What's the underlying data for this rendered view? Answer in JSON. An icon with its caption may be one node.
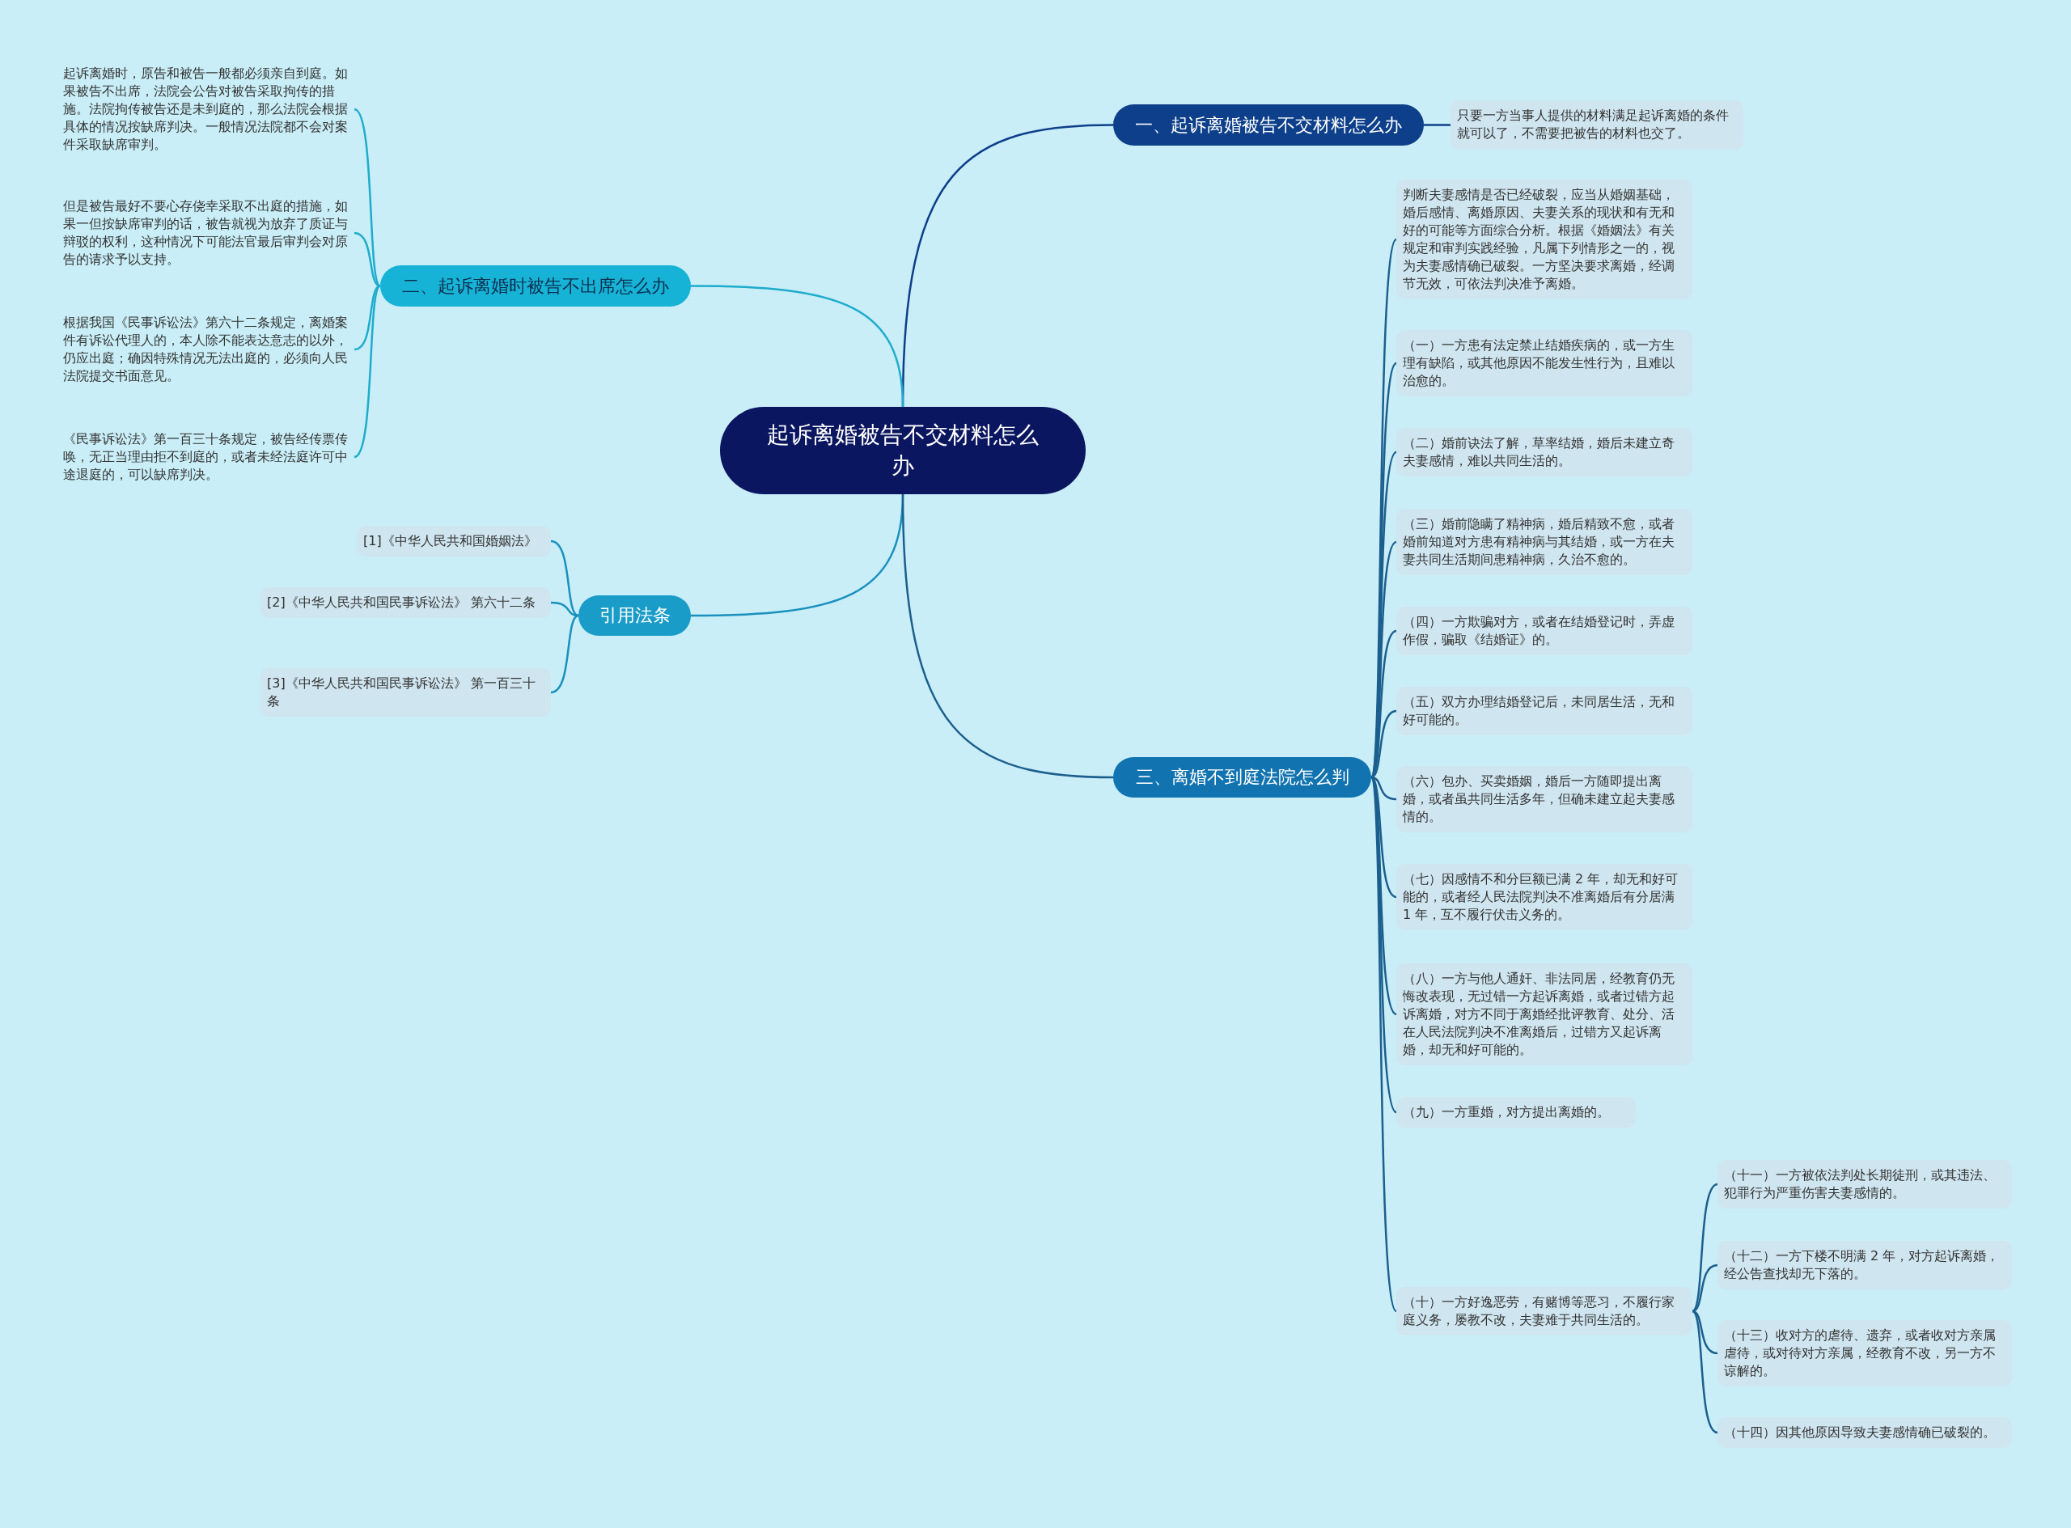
{
  "diagram": {
    "nodes": [
      {
        "text": [
          "起诉离婚被告不交材料怎么办"
        ]
      },
      {
        "text": [
          "一、起诉离婚被告不交材料怎么办"
        ]
      },
      {
        "text": [
          "只要一方当事人提供的材料满足起诉离婚的条件就可以了，不需要把被告的材料也交了。"
        ]
      },
      {
        "text": [
          "二、起诉离婚时被告不出席怎么办"
        ]
      },
      {
        "text": [
          "起诉离婚时，原告和被告一般都必须亲自到庭。如果被告不出席，法院会公告对被告采取拘传的措施。法院拘传被告还是未到庭的，那么法院会根据具体的情况按缺席判决。一般情况法院都不会对案件采取缺席审判。"
        ]
      },
      {
        "text": [
          "但是被告最好不要心存侥幸采取不出庭的措施，如果一但按缺席审判的话，被告就视为放弃了质证与辩驳的权利，这种情况下可能法官最后审判会对原告的请求予以支持。"
        ]
      },
      {
        "text": [
          "根据我国《民事诉讼法》第六十二条规定，离婚案件有诉讼代理人的，本人除不能表达意志的以外，仍应出庭；确因特殊情况无法出庭的，必须向人民法院提交书面意见。"
        ]
      },
      {
        "text": [
          "《民事诉讼法》第一百三十条规定，被告经传票传唤，无正当理由拒不到庭的，或者未经法庭许可中途退庭的，可以缺席判决。"
        ]
      },
      {
        "text": [
          "引用法条"
        ]
      },
      {
        "text": [
          "[1]《中华人民共和国婚姻法》"
        ]
      },
      {
        "text": [
          "[2]《中华人民共和国民事诉讼法》 第六十二条"
        ]
      },
      {
        "text": [
          "[3]《中华人民共和国民事诉讼法》 第一百三十条"
        ]
      },
      {
        "text": [
          "三、离婚不到庭法院怎么判"
        ]
      },
      {
        "text": [
          "判断夫妻感情是否已经破裂，应当从婚姻基础，婚后感情、离婚原因、夫妻关系的现状和有无和好的可能等方面综合分析。根据《婚姻法》有关规定和审判实践经验，凡属下列情形之一的，视为夫妻感情确已破裂。一方坚决要求离婚，经调节无效，可依法判决准予离婚。"
        ]
      },
      {
        "text": [
          "（一）一方患有法定禁止结婚疾病的，或一方生理有缺陷，或其他原因不能发生性行为，且难以治愈的。"
        ]
      },
      {
        "text": [
          "（二）婚前诀法了解，草率结婚，婚后未建立奇夫妻感情，难以共同生活的。"
        ]
      },
      {
        "text": [
          "（三）婚前隐瞒了精神病，婚后精致不愈，或者婚前知道对方患有精神病与其结婚，或一方在夫妻共同生活期间患精神病，久治不愈的。"
        ]
      },
      {
        "text": [
          "（四）一方欺骗对方，或者在结婚登记时，弄虚作假，骗取《结婚证》的。"
        ]
      },
      {
        "text": [
          "（五）双方办理结婚登记后，未同居生活，无和好可能的。"
        ]
      },
      {
        "text": [
          "（六）包办、买卖婚姻，婚后一方随即提出离婚，或者虽共同生活多年，但确未建立起夫妻感情的。"
        ]
      },
      {
        "text": [
          "（七）因感情不和分巨额已满 2 年，却无和好可能的，或者经人民法院判决不准离婚后有分居满 1 年，互不履行伏击义务的。"
        ]
      },
      {
        "text": [
          "（八）一方与他人通奸、非法同居，经教育仍无悔改表现，无过错一方起诉离婚，或者过错方起诉离婚，对方不同于离婚经批评教育、处分、活在人民法院判决不准离婚后，过错方又起诉离婚，却无和好可能的。"
        ]
      },
      {
        "text": [
          "（九）一方重婚，对方提出离婚的。"
        ]
      },
      {
        "text": [
          "（十）一方好逸恶劳，有赌博等恶习，不履行家庭义务，屡教不改，夫妻难于共同生活的。"
        ]
      },
      {
        "text": [
          "（十一）一方被依法判处长期徒刑，或其违法、犯罪行为严重伤害夫妻感情的。"
        ]
      },
      {
        "text": [
          "（十二）一方下楼不明满 2 年，对方起诉离婚，经公告查找却无下落的。"
        ]
      },
      {
        "text": [
          "（十三）收对方的虐待、遗弃，或者收对方亲属虐待，或对待对方亲属，经教育不改，另一方不谅解的。"
        ]
      },
      {
        "text": [
          "（十四）因其他原因导致夫妻感情确已破裂的。"
        ]
      }
    ],
    "edges": [
      {
        "from": 0,
        "to": 1,
        "arrow": "none",
        "color": "#0d3f8a"
      },
      {
        "from": 1,
        "to": 2,
        "arrow": "none",
        "color": "#0d3f8a"
      },
      {
        "from": 0,
        "to": 3,
        "arrow": "none",
        "color": "#1eaccc"
      },
      {
        "from": 3,
        "to": 4,
        "arrow": "none",
        "color": "#1eaccc"
      },
      {
        "from": 3,
        "to": 5,
        "arrow": "none",
        "color": "#1eaccc"
      },
      {
        "from": 3,
        "to": 6,
        "arrow": "none",
        "color": "#1eaccc"
      },
      {
        "from": 3,
        "to": 7,
        "arrow": "none",
        "color": "#1eaccc"
      },
      {
        "from": 0,
        "to": 8,
        "arrow": "none",
        "color": "#1990bd"
      },
      {
        "from": 8,
        "to": 9,
        "arrow": "none",
        "color": "#1990bd"
      },
      {
        "from": 8,
        "to": 10,
        "arrow": "none",
        "color": "#1990bd"
      },
      {
        "from": 8,
        "to": 11,
        "arrow": "none",
        "color": "#1990bd"
      },
      {
        "from": 0,
        "to": 12,
        "arrow": "none"
      },
      {
        "from": 12,
        "to": 13,
        "arrow": "none"
      },
      {
        "from": 12,
        "to": 14,
        "arrow": "none"
      },
      {
        "from": 12,
        "to": 15,
        "arrow": "none"
      },
      {
        "from": 12,
        "to": 16,
        "arrow": "none"
      },
      {
        "from": 12,
        "to": 17,
        "arrow": "none"
      },
      {
        "from": 12,
        "to": 18,
        "arrow": "none"
      },
      {
        "from": 12,
        "to": 19,
        "arrow": "none"
      },
      {
        "from": 12,
        "to": 20,
        "arrow": "none"
      },
      {
        "from": 12,
        "to": 21,
        "arrow": "none"
      },
      {
        "from": 12,
        "to": 22,
        "arrow": "none"
      },
      {
        "from": 12,
        "to": 23,
        "arrow": "none"
      },
      {
        "from": 23,
        "to": 24,
        "arrow": "none"
      },
      {
        "from": 23,
        "to": 25,
        "arrow": "none"
      },
      {
        "from": 23,
        "to": 26,
        "arrow": "none"
      },
      {
        "from": 23,
        "to": 27,
        "arrow": "none"
      }
    ]
  }
}
